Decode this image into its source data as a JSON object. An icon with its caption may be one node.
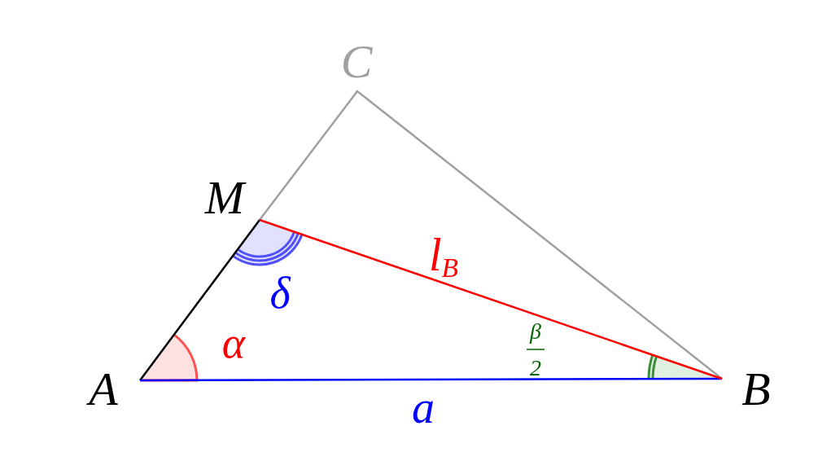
{
  "diagram": {
    "labels": [
      "C",
      "M",
      "l$_{B}$",
      "δ",
      "α",
      "β",
      "2",
      "A",
      "B",
      "a"
    ]
  }
}
